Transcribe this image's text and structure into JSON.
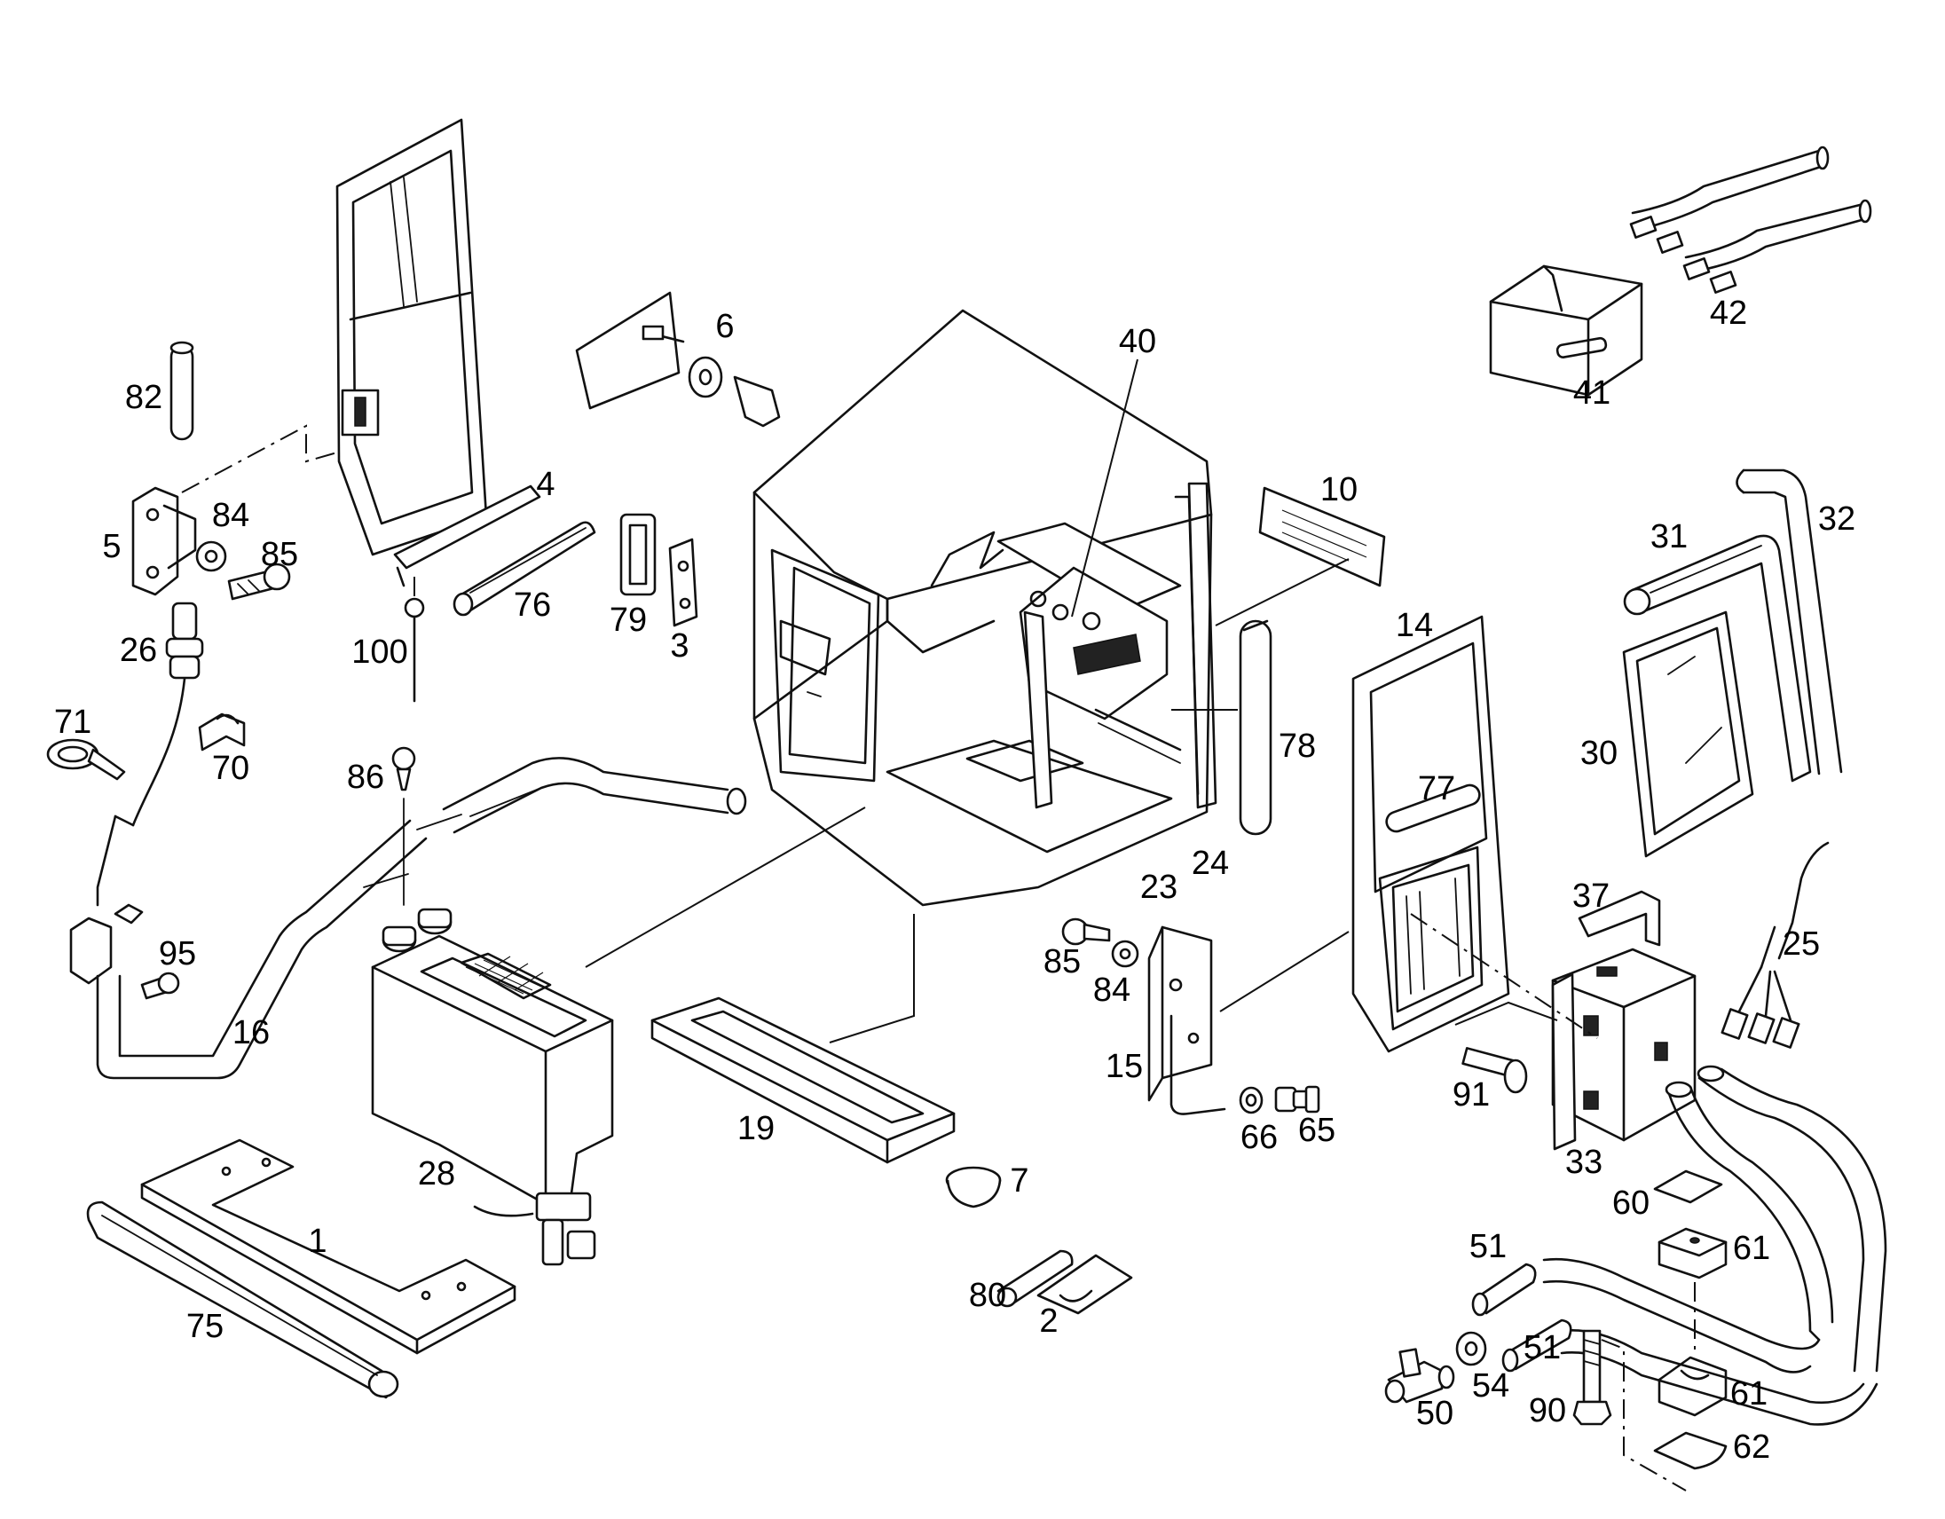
{
  "diagram": {
    "type": "exploded-parts-view",
    "callouts": [
      {
        "id": "c1",
        "label": "1"
      },
      {
        "id": "c2",
        "label": "2"
      },
      {
        "id": "c3",
        "label": "3"
      },
      {
        "id": "c4",
        "label": "4"
      },
      {
        "id": "c5",
        "label": "5"
      },
      {
        "id": "c6",
        "label": "6"
      },
      {
        "id": "c7",
        "label": "7"
      },
      {
        "id": "c10",
        "label": "10"
      },
      {
        "id": "c14",
        "label": "14"
      },
      {
        "id": "c15",
        "label": "15"
      },
      {
        "id": "c16",
        "label": "16"
      },
      {
        "id": "c19",
        "label": "19"
      },
      {
        "id": "c23",
        "label": "23"
      },
      {
        "id": "c24",
        "label": "24"
      },
      {
        "id": "c25",
        "label": "25"
      },
      {
        "id": "c26",
        "label": "26"
      },
      {
        "id": "c28",
        "label": "28"
      },
      {
        "id": "c30",
        "label": "30"
      },
      {
        "id": "c31",
        "label": "31"
      },
      {
        "id": "c32",
        "label": "32"
      },
      {
        "id": "c33",
        "label": "33"
      },
      {
        "id": "c37",
        "label": "37"
      },
      {
        "id": "c40",
        "label": "40"
      },
      {
        "id": "c41",
        "label": "41"
      },
      {
        "id": "c42",
        "label": "42"
      },
      {
        "id": "c50",
        "label": "50"
      },
      {
        "id": "c51a",
        "label": "51"
      },
      {
        "id": "c51b",
        "label": "51"
      },
      {
        "id": "c54",
        "label": "54"
      },
      {
        "id": "c60",
        "label": "60"
      },
      {
        "id": "c61a",
        "label": "61"
      },
      {
        "id": "c61b",
        "label": "61"
      },
      {
        "id": "c62",
        "label": "62"
      },
      {
        "id": "c65",
        "label": "65"
      },
      {
        "id": "c66",
        "label": "66"
      },
      {
        "id": "c70",
        "label": "70"
      },
      {
        "id": "c71",
        "label": "71"
      },
      {
        "id": "c75",
        "label": "75"
      },
      {
        "id": "c76",
        "label": "76"
      },
      {
        "id": "c77",
        "label": "77"
      },
      {
        "id": "c78",
        "label": "78"
      },
      {
        "id": "c79",
        "label": "79"
      },
      {
        "id": "c80",
        "label": "80"
      },
      {
        "id": "c82",
        "label": "82"
      },
      {
        "id": "c84a",
        "label": "84"
      },
      {
        "id": "c84b",
        "label": "84"
      },
      {
        "id": "c85a",
        "label": "85"
      },
      {
        "id": "c85b",
        "label": "85"
      },
      {
        "id": "c86",
        "label": "86"
      },
      {
        "id": "c90",
        "label": "90"
      },
      {
        "id": "c91",
        "label": "91"
      },
      {
        "id": "c95",
        "label": "95"
      },
      {
        "id": "c100",
        "label": "100"
      }
    ]
  }
}
